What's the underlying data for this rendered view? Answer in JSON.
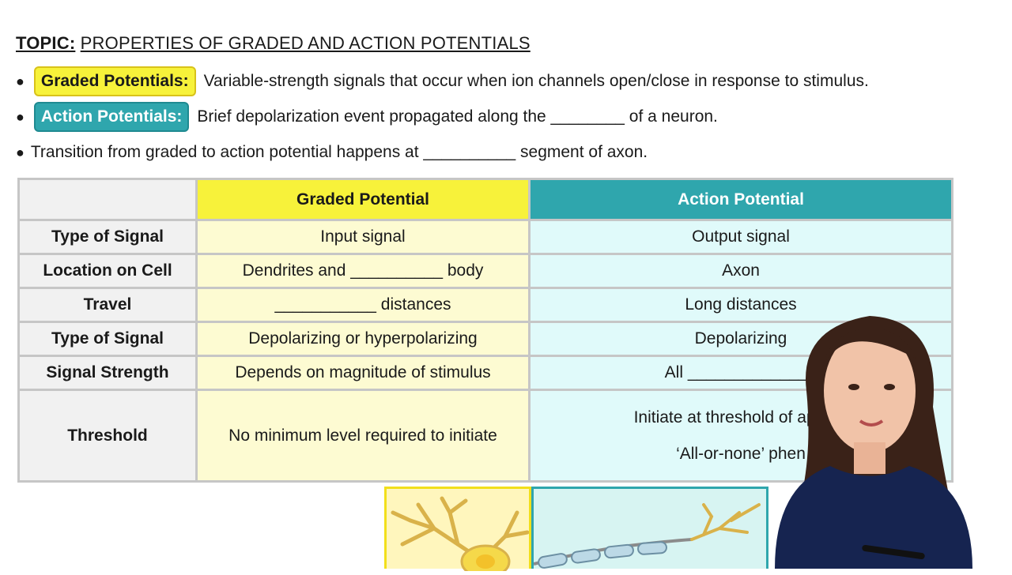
{
  "topic": {
    "label": "TOPIC:",
    "title": "PROPERTIES OF GRADED AND ACTION POTENTIALS"
  },
  "bullets": [
    {
      "tag": "Graded Potentials:",
      "text": "Variable-strength signals that occur when ion channels open/close in response to stimulus."
    },
    {
      "tag": "Action Potentials:",
      "text": "Brief depolarization event propagated along the ________ of a neuron."
    },
    {
      "text": "Transition from graded to action potential happens at __________ segment of axon."
    }
  ],
  "table": {
    "headers": {
      "graded": "Graded Potential",
      "action": "Action Potential"
    },
    "rows": [
      {
        "label": "Type of Signal",
        "graded": "Input signal",
        "action": "Output signal"
      },
      {
        "label": "Location on Cell",
        "graded": "Dendrites and __________ body",
        "action": "Axon"
      },
      {
        "label": "Travel",
        "graded": "___________ distances",
        "action": "Long distances"
      },
      {
        "label": "Type of Signal",
        "graded": "Depolarizing or hyperpolarizing",
        "action": "Depolarizing"
      },
      {
        "label": "Signal Strength",
        "graded": "Depends on magnitude of stimulus",
        "action": "All ______________"
      },
      {
        "label": "Threshold",
        "graded": "No minimum level required to initiate",
        "action_line1": "Initiate at threshold of approx",
        "action_line2": "‘All-or-none’ phen"
      }
    ]
  },
  "colors": {
    "graded": "#f7f23a",
    "action": "#2fa6ad",
    "graded_cell": "#fdfbd2",
    "action_cell": "#e0fafa"
  },
  "illustration": {
    "icons": [
      "neuron-cell-icon",
      "myelinated-axon-icon"
    ]
  }
}
